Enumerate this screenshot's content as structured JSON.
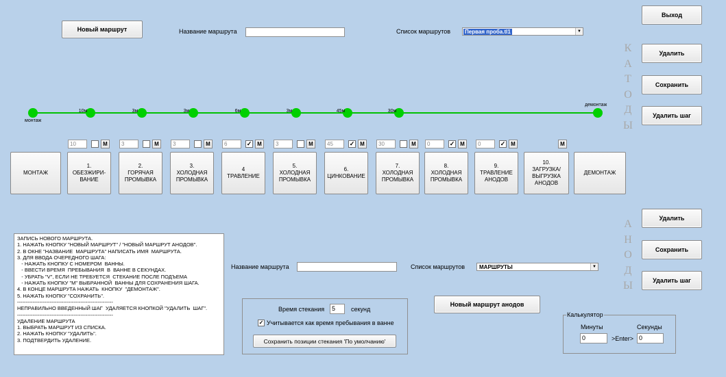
{
  "top": {
    "new_route_button": "Новый маршрут",
    "route_name_label": "Название маршрута",
    "route_name_value": "",
    "route_list_label": "Список маршрутов",
    "route_list_selected": "Первая проба.tl1"
  },
  "right_buttons": {
    "exit": "Выход",
    "delete_cathode": "Удалить",
    "save_cathode": "Сохранить",
    "delete_step_cathode": "Удалить шаг",
    "delete_anode": "Удалить",
    "save_anode": "Сохранить",
    "delete_step_anode": "Удалить шаг"
  },
  "vertical_labels": {
    "cathodes": [
      "К",
      "А",
      "Т",
      "О",
      "Д",
      "Ы"
    ],
    "anodes": [
      "А",
      "Н",
      "О",
      "Д",
      "Ы"
    ]
  },
  "track": {
    "start_label": "монтаж",
    "end_label": "демонтаж",
    "segments": [
      "10м",
      "3м",
      "3м",
      "6м",
      "3м",
      "45м",
      "30м"
    ]
  },
  "steps": [
    {
      "value": "10",
      "checked": false,
      "m": "М"
    },
    {
      "value": "3",
      "checked": false,
      "m": "М"
    },
    {
      "value": "3",
      "checked": false,
      "m": "М"
    },
    {
      "value": "6",
      "checked": true,
      "m": "М"
    },
    {
      "value": "3",
      "checked": false,
      "m": "М"
    },
    {
      "value": "45",
      "checked": true,
      "m": "М"
    },
    {
      "value": "30",
      "checked": false,
      "m": "М"
    },
    {
      "value": "0",
      "checked": true,
      "m": "М"
    },
    {
      "value": "0",
      "checked": true,
      "m": "М"
    },
    {
      "value": null,
      "checked": null,
      "m": "М"
    }
  ],
  "baths": [
    "МОНТАЖ",
    "1.\nОБЕЗЖИРИ-\nВАНИЕ",
    "2.\nГОРЯЧАЯ\nПРОМЫВКА",
    "3.\nХОЛОДНАЯ\nПРОМЫВКА",
    "4\nТРАВЛЕНИЕ",
    "5.\nХОЛОДНАЯ\nПРОМЫВКА",
    "6.\nЦИНКОВАНИЕ",
    "7.\nХОЛОДНАЯ\nПРОМЫВКА",
    "8.\nХОЛОДНАЯ\nПРОМЫВКА",
    "9.\nТРАВЛЕНИЕ\nАНОДОВ",
    "10.\nЗАГРУЗКА/\nВЫГРУЗКА\nАНОДОВ",
    "ДЕМОНТАЖ"
  ],
  "instructions": "ЗАПИСЬ НОВОГО МАРШРУТА.\n1. НАЖАТЬ КНОПКУ \"НОВЫЙ МАРШРУТ\" / \"НОВЫЙ МАРШРУТ АНОДОВ\".\n2. В ОКНЕ \"НАЗВАНИЕ  МАРШРУТА\" НАПИСАТЬ ИМЯ  МАРШРУТА.\n3. ДЛЯ ВВОДА ОЧЕРЕДНОГО ШАГА:\n   - НАЖАТЬ КНОПКУ С НОМЕРОМ  ВАННЫ.\n   - ВВЕСТИ ВРЕМЯ  ПРЕБЫВАНИЯ  В  ВАННЕ В СЕКУНДАХ.\n   - УБРАТЬ \"V\", ЕСЛИ НЕ ТРЕБУЕТСЯ  СТЕКАНИЕ ПОСЛЕ ПОДЪЕМА\n   - НАЖАТЬ КНОПКУ \"М\" ВЫБРАННОЙ  ВАННЫ ДЛЯ СОХРАНЕНИЯ ШАГА.\n4. В КОНЦЕ МАРШРУТА НАЖАТЬ  КНОПКУ  \"ДЕМОНТАЖ\".\n5. НАЖАТЬ КНОПКУ \"СОХРАНИТЬ\".\n--------------------------------------------------------\nНЕПРАВИЛЬНО ВВЕДЕННЫЙ ШАГ  УДАЛЯЕТСЯ КНОПКОЙ \"УДАЛИТЬ  ШАГ\".\n--------------------------------------------------------\nУДАЛЕНИЕ МАРШРУТА\n1. ВЫБРАТЬ МАРШРУТ ИЗ СПИСКА.\n2. НАЖАТЬ КНОПКУ \"УДАЛИТЬ\".\n3. ПОДТВЕРДИТЬ УДАЛЕНИЕ.",
  "anode": {
    "route_name_label": "Название маршрута",
    "route_name_value": "",
    "route_list_label": "Список маршрутов",
    "route_list_selected": "МАРШРУТЫ",
    "new_route_button": "Новый маршрут анодов"
  },
  "drip": {
    "time_label": "Время стекания",
    "time_value": "5",
    "unit": "секунд",
    "checkbox_label": "Учитывается как время пребывания в ванне",
    "checkbox_checked": true,
    "save_button": "Сохранить позиции стекания 'По умолчанию'"
  },
  "calculator": {
    "title": "Калькулятор",
    "minutes_label": "Минуты",
    "seconds_label": "Секунды",
    "minutes_value": "0",
    "seconds_value": "0",
    "enter_label": ">Enter>"
  },
  "check_mark": "✓"
}
